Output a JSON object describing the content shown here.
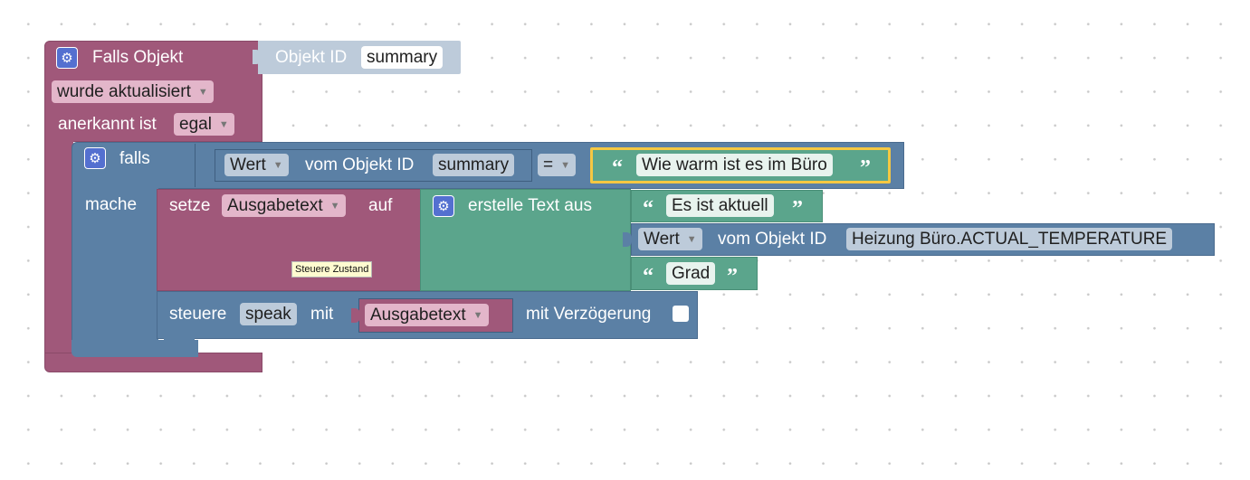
{
  "workspace": {
    "trigger_block": {
      "title": "Falls Objekt",
      "object_id_label": "Objekt ID",
      "object_id_value": "summary",
      "mode_dropdown": "wurde aktualisiert",
      "ack_label": "anerkannt ist",
      "ack_dropdown": "egal"
    },
    "if_block": {
      "if_label": "falls",
      "do_label": "mache",
      "condition": {
        "value_dropdown": "Wert",
        "of_object_label": "vom Objekt ID",
        "object_id_value": "summary",
        "operator": "=",
        "compare_text": "Wie warm ist es im Büro"
      }
    },
    "set_block": {
      "set_label": "setze",
      "variable": "Ausgabetext",
      "to_label": "auf",
      "tooltip": "Steuere Zustand"
    },
    "text_join_block": {
      "label": "erstelle Text aus",
      "item1_text": "Es ist aktuell",
      "item2_value_dropdown": "Wert",
      "item2_of_object_label": "vom Objekt ID",
      "item2_object_id": "Heizung Büro.ACTUAL_TEMPERATURE",
      "item3_text": "Grad"
    },
    "control_block": {
      "control_label": "steuere",
      "target": "speak",
      "with_label": "mit",
      "variable": "Ausgabetext",
      "delay_label": "mit Verzögerung",
      "delay_checked": false
    }
  },
  "colors": {
    "event_purple": "#a0587a",
    "logic_blue": "#5b80a5",
    "text_green": "#5ba58c",
    "input_gray_blue": "#bdcbda",
    "highlight_yellow": "#f5c842"
  },
  "icons": [
    "gear-icon",
    "dropdown-caret-icon",
    "open-quote-icon",
    "close-quote-icon",
    "checkbox"
  ]
}
